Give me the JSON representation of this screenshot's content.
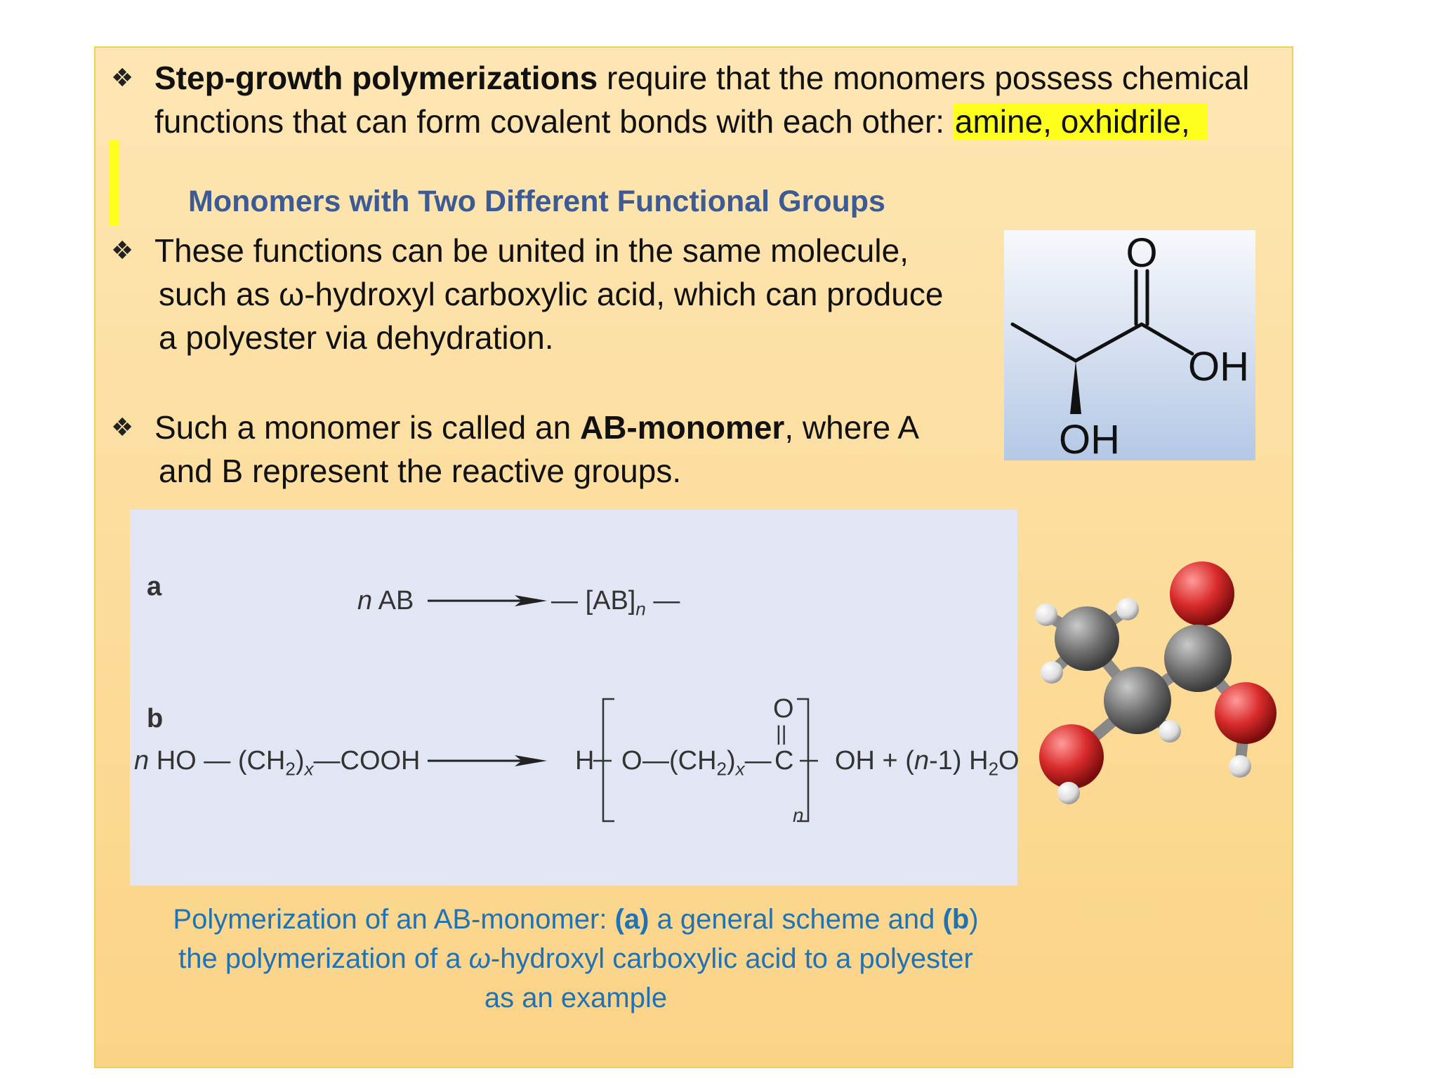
{
  "bullet_symbol": "❖",
  "intro": {
    "bold": "Step-growth polymerizations",
    "text1": " require that the monomers possess chemical",
    "text2": "functions that can form covalent bonds with each other: ",
    "highlight": "amine, oxhidrile,"
  },
  "heading": "Monomers with Two Different Functional Groups",
  "bullet2": {
    "line1": "These functions can be united in the same molecule,",
    "line2": "such as ω-hydroxyl carboxylic acid, which can produce",
    "line3": "a polyester via dehydration."
  },
  "bullet3": {
    "pre": "Such a monomer is called an ",
    "bold": "AB-monomer",
    "post": ", where A",
    "line2": "and B represent the reactive groups."
  },
  "structure": {
    "o_label": "O",
    "oh_right": "OH",
    "oh_bottom": "OH"
  },
  "scheme": {
    "label_a": "a",
    "label_b": "b",
    "a_reactant_n": "n",
    "a_reactant": " AB",
    "a_product": "[AB]",
    "a_product_sub": "n",
    "b_n": "n",
    "b_reactant_1": " HO",
    "b_reactant_2": "(CH",
    "b_sub2": "2",
    "b_paren": ")",
    "b_subx": "x",
    "b_reactant_3": "COOH",
    "b_H": "H",
    "b_O": "O",
    "b_ch2": "(CH",
    "b_C": "C",
    "b_O_top": "O",
    "b_double": "||",
    "b_tail": "OH + (",
    "b_tail_n": "n",
    "b_tail2": "-1) H",
    "b_tail_sub": "2",
    "b_tail3": "O",
    "b_repeat_n": "n"
  },
  "caption": {
    "t1": "Polymerization of an AB-monomer: ",
    "a": "(a)",
    "t2": " a general scheme and ",
    "b": "(b",
    "t3": ")",
    "line2_pre": "the polymerization of a ",
    "omega": "ω",
    "line2_post": "-hydroxyl carboxylic acid to a polyester",
    "line3": "as an example"
  },
  "colors": {
    "slide_bg": "#fcdc9a",
    "highlight": "#ffff1e",
    "heading": "#3c5a94",
    "caption": "#1f73b5",
    "scheme_bg": "#e2e6f4",
    "carbon": "#6e6e6e",
    "oxygen": "#d92b2b",
    "hydrogen": "#eeeeee"
  }
}
